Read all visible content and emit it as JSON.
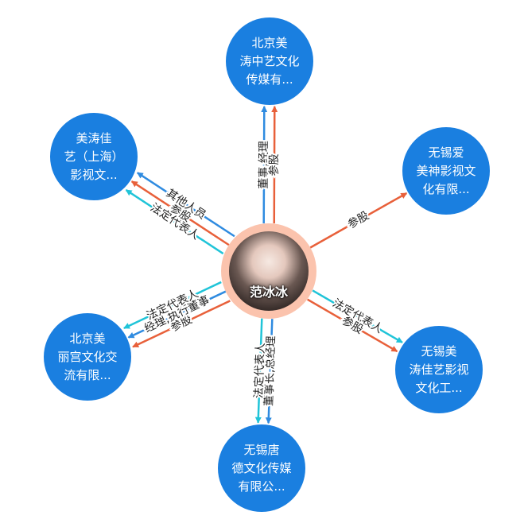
{
  "center": {
    "name": "范冰冰"
  },
  "nodes": [
    {
      "id": "n_top",
      "label": "北京美\n涛中艺文化\n传媒有..."
    },
    {
      "id": "n_tl",
      "label": "美涛佳\n艺（上海）\n影视文..."
    },
    {
      "id": "n_tr",
      "label": "无锡爱\n美神影视文\n化有限..."
    },
    {
      "id": "n_bl",
      "label": "北京美\n丽宫文化交\n流有限..."
    },
    {
      "id": "n_br",
      "label": "无锡美\n涛佳艺影视\n文化工..."
    },
    {
      "id": "n_bot",
      "label": "无锡唐\n德文化传媒\n有限公..."
    }
  ],
  "edges": [
    {
      "to": "n_top",
      "label": "董事,经理",
      "kind": "role"
    },
    {
      "to": "n_top",
      "label": "参股",
      "kind": "equity"
    },
    {
      "to": "n_tl",
      "label": "法定代表人",
      "kind": "legal"
    },
    {
      "to": "n_tl",
      "label": "参股",
      "kind": "equity"
    },
    {
      "to": "n_tl",
      "label": "其他人员",
      "kind": "role"
    },
    {
      "to": "n_tr",
      "label": "参股",
      "kind": "equity"
    },
    {
      "to": "n_bl",
      "label": "参股",
      "kind": "equity"
    },
    {
      "to": "n_bl",
      "label": "经理,执行董事",
      "kind": "role"
    },
    {
      "to": "n_bl",
      "label": "法定代表人",
      "kind": "legal"
    },
    {
      "to": "n_br",
      "label": "法定代表人",
      "kind": "legal"
    },
    {
      "to": "n_br",
      "label": "参股",
      "kind": "equity"
    },
    {
      "to": "n_bot",
      "label": "董事长,总经理",
      "kind": "role"
    },
    {
      "to": "n_bot",
      "label": "法定代表人",
      "kind": "legal"
    }
  ],
  "colors": {
    "node": "#1a7fe0",
    "equity": "#e8603a",
    "role": "#2f8be0",
    "legal": "#20c4d8",
    "center_ring": "#faaf91"
  }
}
